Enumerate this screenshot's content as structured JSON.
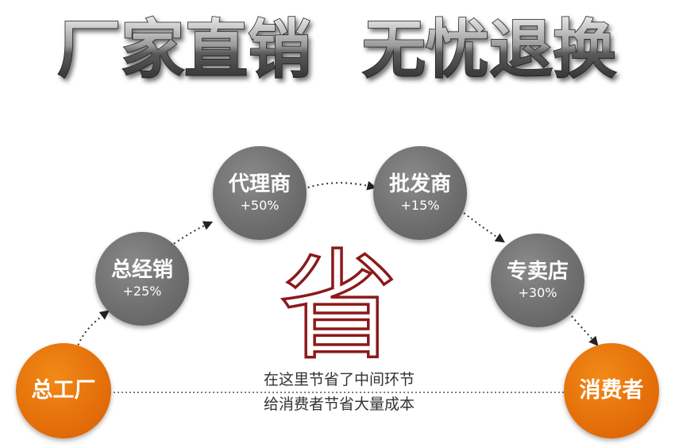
{
  "headline": {
    "left": "厂家直销",
    "right": "无忧退换"
  },
  "center_glyph": "省",
  "nodes": [
    {
      "id": "factory",
      "name": "总工厂",
      "pct": ""
    },
    {
      "id": "gm",
      "name": "总经销",
      "pct": "+25%"
    },
    {
      "id": "agent",
      "name": "代理商",
      "pct": "+50%"
    },
    {
      "id": "wholesale",
      "name": "批发商",
      "pct": "+15%"
    },
    {
      "id": "store",
      "name": "专卖店",
      "pct": "+30%"
    },
    {
      "id": "consumer",
      "name": "消费者",
      "pct": ""
    }
  ],
  "note": {
    "line1": "在这里节省了中间环节",
    "line2": "给消费者节省大量成本"
  },
  "colors": {
    "gray_node": "#6f6f6f",
    "orange_node": "#e46f0a",
    "glyph": "#8b1a1a",
    "arrow": "#222222"
  }
}
